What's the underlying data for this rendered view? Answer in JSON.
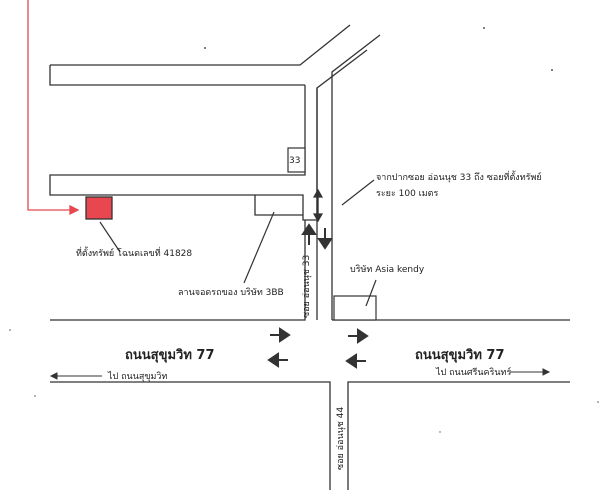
{
  "map": {
    "labels": {
      "property_location": "ที่ตั้งทรัพย์ โฉนดเลขที่ 41828",
      "distance_note_line1": "จากปากซอย อ่อนนุช 33 ถึง ซอยที่ตั้งทรัพย์",
      "distance_note_line2": "ระยะ 100 เมตร",
      "parking_lot": "ลานจอดรถของ บริษัท 3BB",
      "asia_kendy": "บริษัท Asia kendy",
      "soi_33": "ซอย อ่อนนุช 33",
      "soi_44": "ซอย อ่อนนุช 44",
      "lot_number": "33",
      "road_left": "ถนนสุขุมวิท 77",
      "road_right": "ถนนสุขุมวิท 77",
      "to_sukhumvit": "ไป ถนนสุขุมวิท",
      "to_srinakarin": "ไป ถนนศรีนครินทร์"
    },
    "colors": {
      "marker": "#e8474f",
      "pointer": "#e8474f",
      "roads": "#333333"
    }
  }
}
